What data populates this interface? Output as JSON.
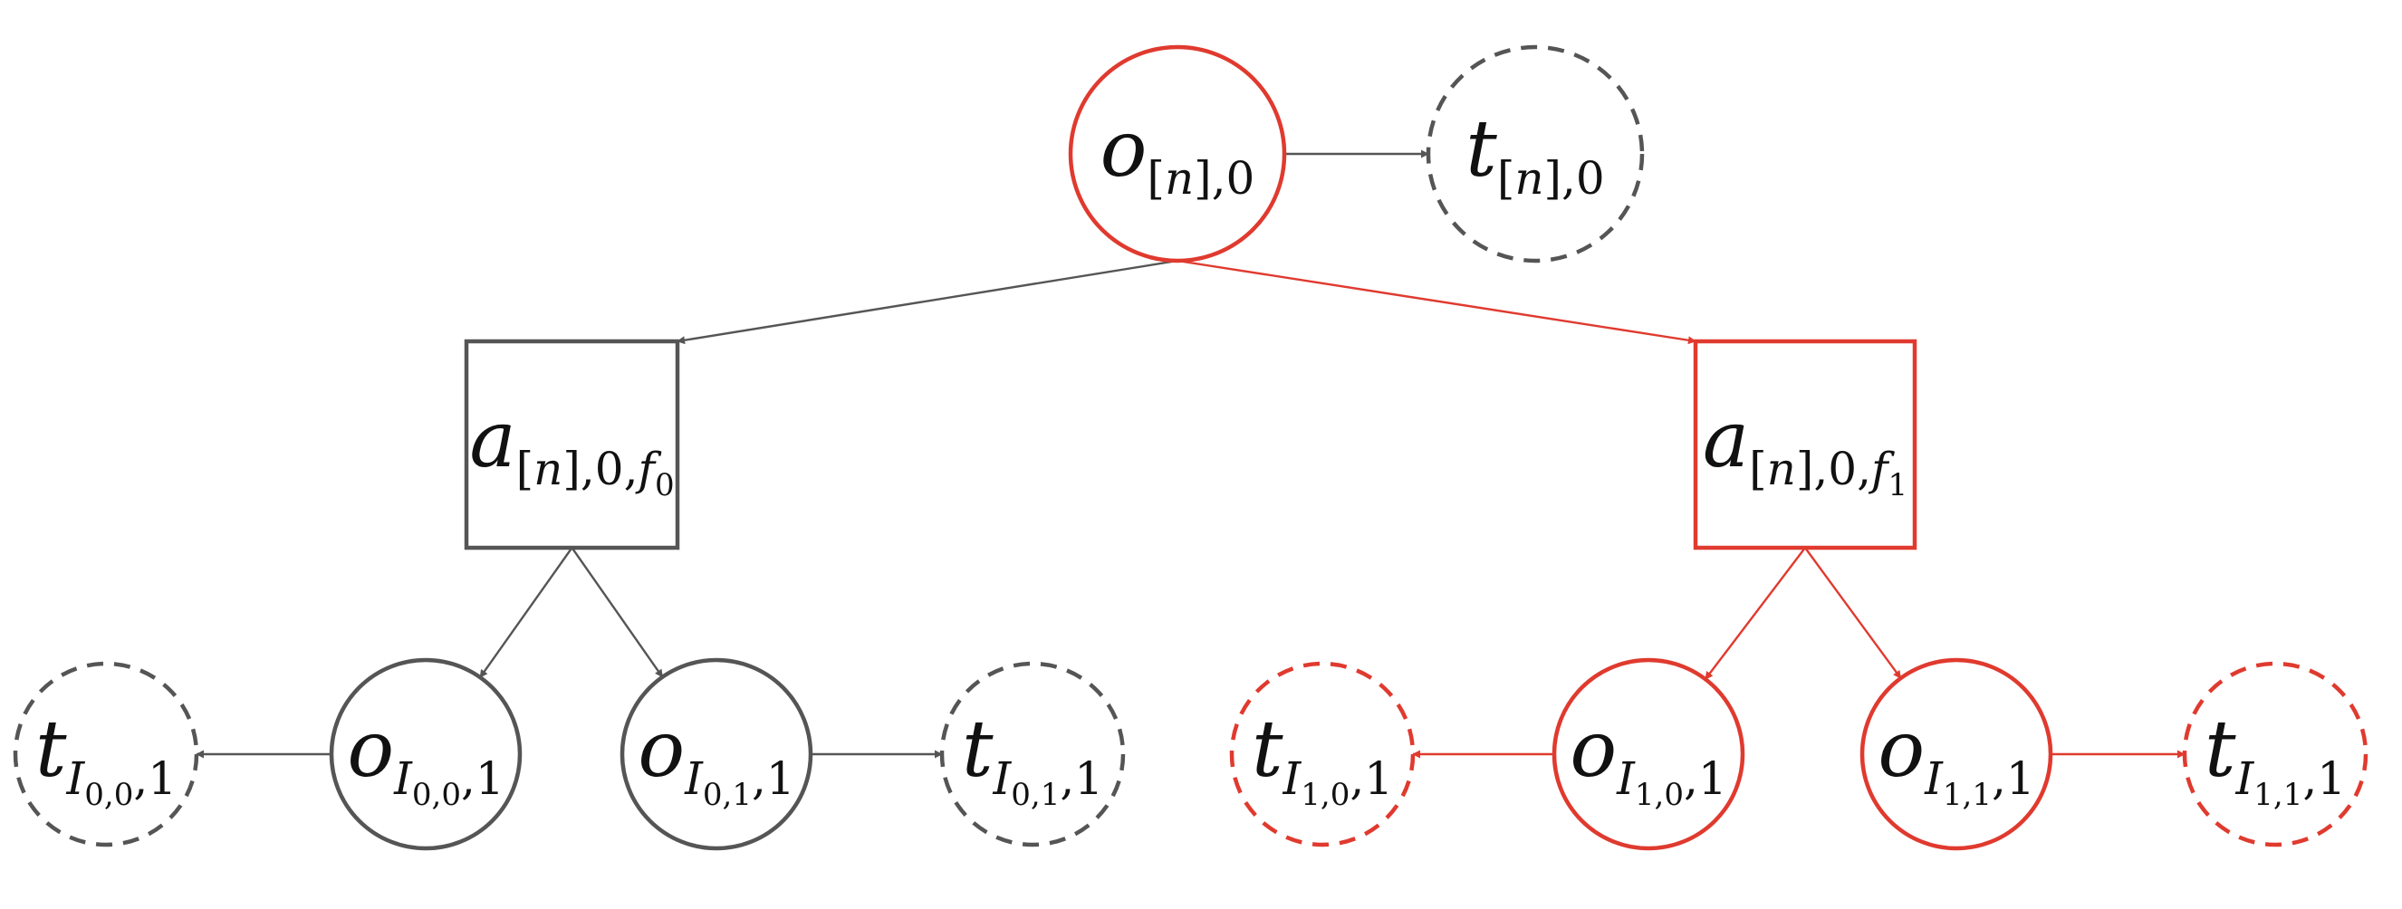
{
  "colors": {
    "gray": "#555555",
    "red": "#e03a2f"
  },
  "nodes": [
    {
      "id": "o_root",
      "shape": "circle",
      "style": "solid",
      "color": "red",
      "label": {
        "base": "o",
        "sub": [
          {
            "t": "[",
            "s": ""
          },
          {
            "t": "n",
            "s": "it"
          },
          {
            "t": "],0",
            "s": ""
          }
        ],
        "subsub": ""
      }
    },
    {
      "id": "t_root",
      "shape": "circle",
      "style": "dashed",
      "color": "gray",
      "label": {
        "base": "t",
        "sub": [
          {
            "t": "[",
            "s": ""
          },
          {
            "t": "n",
            "s": "it"
          },
          {
            "t": "],0",
            "s": ""
          }
        ],
        "subsub": ""
      }
    },
    {
      "id": "a_f0",
      "shape": "square",
      "style": "solid",
      "color": "gray",
      "label": {
        "base": "a",
        "sub": [
          {
            "t": "[",
            "s": ""
          },
          {
            "t": "n",
            "s": "it"
          },
          {
            "t": "],0,",
            "s": ""
          },
          {
            "t": "f",
            "s": "it"
          }
        ],
        "subsub": "0"
      }
    },
    {
      "id": "a_f1",
      "shape": "square",
      "style": "solid",
      "color": "red",
      "label": {
        "base": "a",
        "sub": [
          {
            "t": "[",
            "s": ""
          },
          {
            "t": "n",
            "s": "it"
          },
          {
            "t": "],0,",
            "s": ""
          },
          {
            "t": "f",
            "s": "it"
          }
        ],
        "subsub": "1"
      }
    },
    {
      "id": "t_I00",
      "shape": "circle",
      "style": "dashed",
      "color": "gray",
      "label": {
        "base": "t",
        "sub": [
          {
            "t": "I",
            "s": "cal"
          }
        ],
        "subsub": "0,0",
        "tail": ",1"
      }
    },
    {
      "id": "o_I00",
      "shape": "circle",
      "style": "solid",
      "color": "gray",
      "label": {
        "base": "o",
        "sub": [
          {
            "t": "I",
            "s": "cal"
          }
        ],
        "subsub": "0,0",
        "tail": ",1"
      }
    },
    {
      "id": "o_I01",
      "shape": "circle",
      "style": "solid",
      "color": "gray",
      "label": {
        "base": "o",
        "sub": [
          {
            "t": "I",
            "s": "cal"
          }
        ],
        "subsub": "0,1",
        "tail": ",1"
      }
    },
    {
      "id": "t_I01",
      "shape": "circle",
      "style": "dashed",
      "color": "gray",
      "label": {
        "base": "t",
        "sub": [
          {
            "t": "I",
            "s": "cal"
          }
        ],
        "subsub": "0,1",
        "tail": ",1"
      }
    },
    {
      "id": "t_I10",
      "shape": "circle",
      "style": "dashed",
      "color": "red",
      "label": {
        "base": "t",
        "sub": [
          {
            "t": "I",
            "s": "cal"
          }
        ],
        "subsub": "1,0",
        "tail": ",1"
      }
    },
    {
      "id": "o_I10",
      "shape": "circle",
      "style": "solid",
      "color": "red",
      "label": {
        "base": "o",
        "sub": [
          {
            "t": "I",
            "s": "cal"
          }
        ],
        "subsub": "1,0",
        "tail": ",1"
      }
    },
    {
      "id": "o_I11",
      "shape": "circle",
      "style": "solid",
      "color": "red",
      "label": {
        "base": "o",
        "sub": [
          {
            "t": "I",
            "s": "cal"
          }
        ],
        "subsub": "1,1",
        "tail": ",1"
      }
    },
    {
      "id": "t_I11",
      "shape": "circle",
      "style": "dashed",
      "color": "red",
      "label": {
        "base": "t",
        "sub": [
          {
            "t": "I",
            "s": "cal"
          }
        ],
        "subsub": "1,1",
        "tail": ",1"
      }
    }
  ],
  "edges": [
    {
      "from": "o_root",
      "to": "t_root",
      "color": "gray"
    },
    {
      "from": "o_root",
      "to": "a_f0",
      "color": "gray"
    },
    {
      "from": "o_root",
      "to": "a_f1",
      "color": "red"
    },
    {
      "from": "a_f0",
      "to": "o_I00",
      "color": "gray"
    },
    {
      "from": "a_f0",
      "to": "o_I01",
      "color": "gray"
    },
    {
      "from": "o_I00",
      "to": "t_I00",
      "color": "gray"
    },
    {
      "from": "o_I01",
      "to": "t_I01",
      "color": "gray"
    },
    {
      "from": "a_f1",
      "to": "o_I10",
      "color": "red"
    },
    {
      "from": "a_f1",
      "to": "o_I11",
      "color": "red"
    },
    {
      "from": "o_I10",
      "to": "t_I10",
      "color": "red"
    },
    {
      "from": "o_I11",
      "to": "t_I11",
      "color": "red"
    }
  ]
}
